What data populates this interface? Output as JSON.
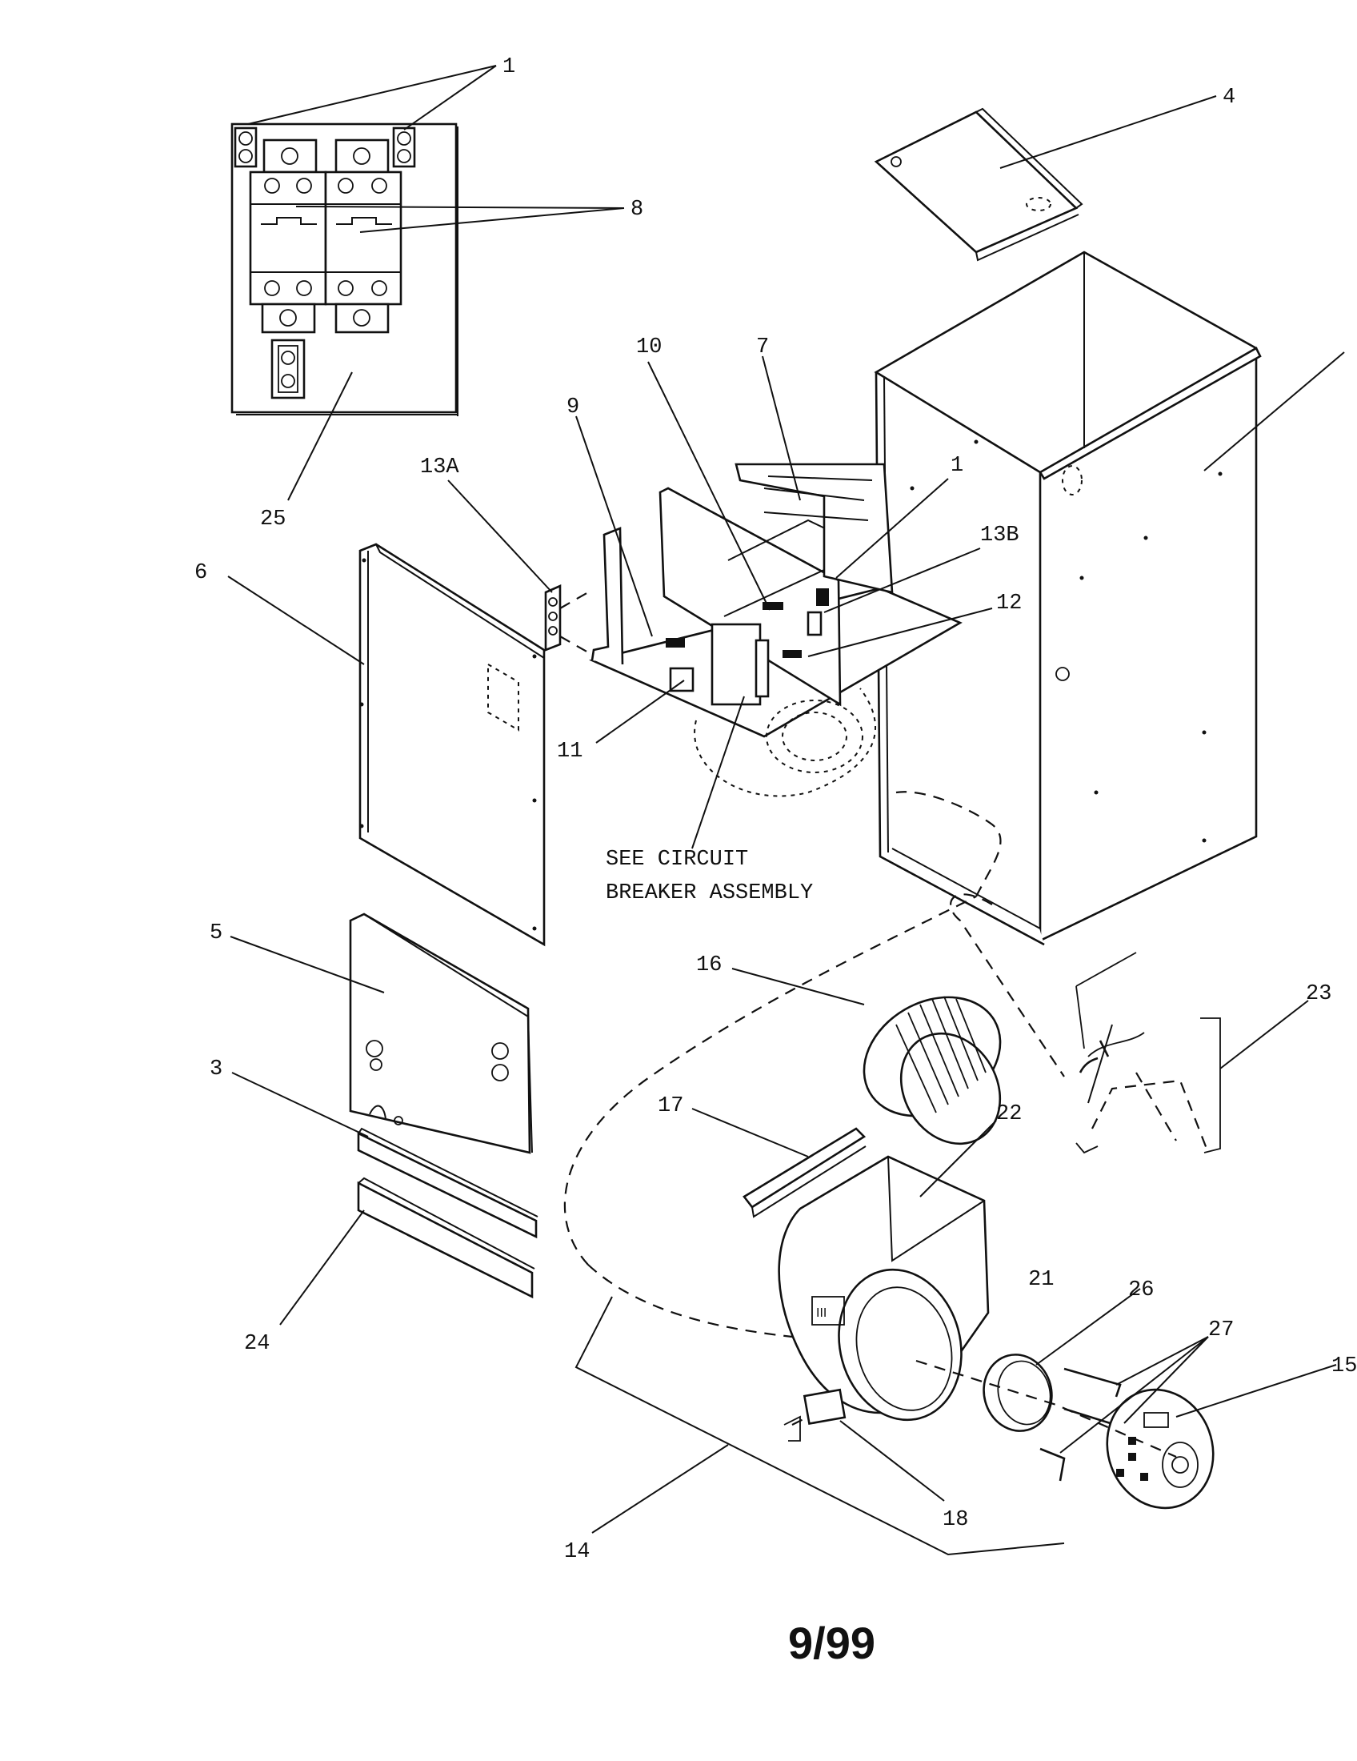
{
  "callouts": {
    "c1_top": "1",
    "c4": "4",
    "c8": "8",
    "c10": "10",
    "c7": "7",
    "c9": "9",
    "c13a": "13A",
    "c1_mid": "1",
    "c13b": "13B",
    "c25": "25",
    "c6": "6",
    "c12": "12",
    "c11": "11",
    "c5": "5",
    "c16": "16",
    "c23": "23",
    "c3": "3",
    "c22": "22",
    "c17": "17",
    "c21": "21",
    "c26": "26",
    "c27": "27",
    "c15": "15",
    "c24": "24",
    "c18": "18",
    "c14": "14"
  },
  "note": {
    "line1": "SEE CIRCUIT",
    "line2": "BREAKER ASSEMBLY"
  },
  "footer": {
    "date": "9/99"
  }
}
